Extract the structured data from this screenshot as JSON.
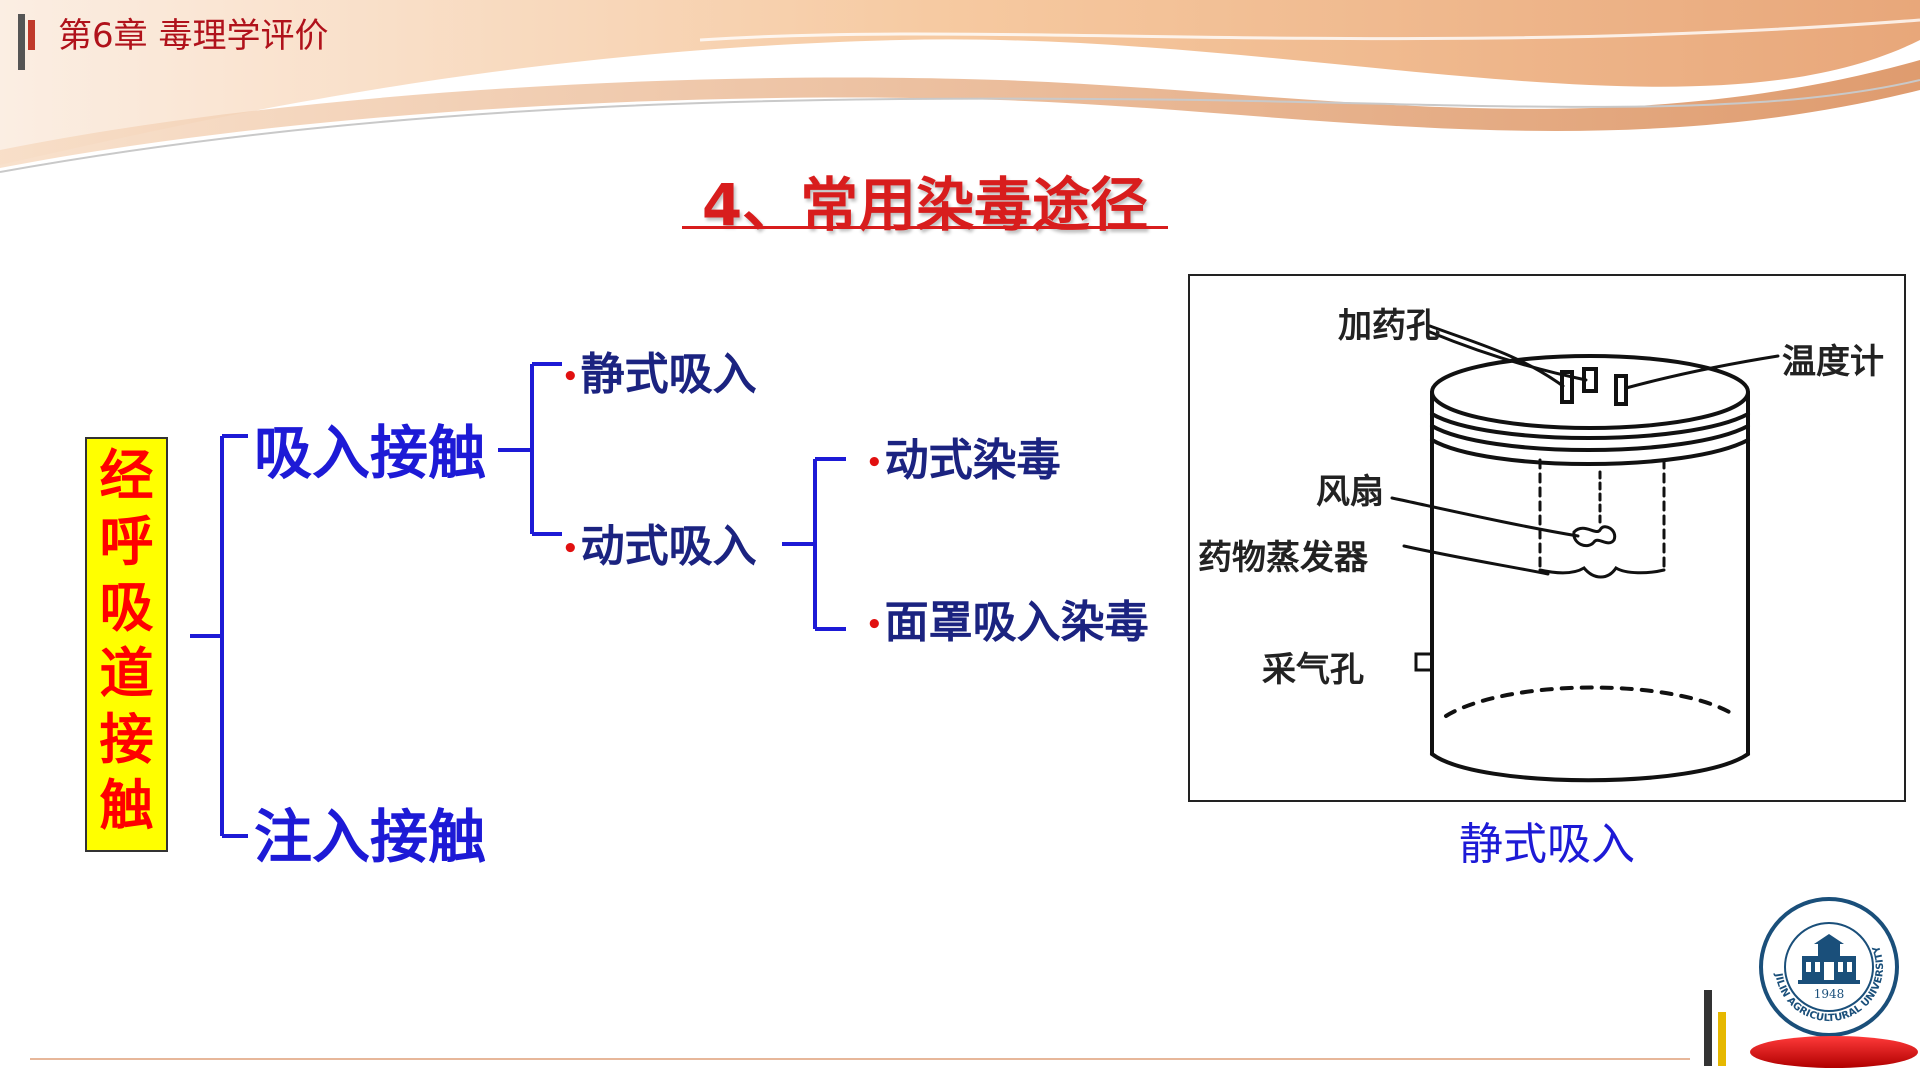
{
  "header": {
    "chapter_title": "第6章 毒理学评价"
  },
  "slide": {
    "title": "4、常用染毒途径"
  },
  "tree": {
    "root": "经呼吸道接触",
    "branches": [
      {
        "label": "吸入接触",
        "children": [
          {
            "label": "静式吸入"
          },
          {
            "label": "动式吸入",
            "children": [
              {
                "label": "动式染毒"
              },
              {
                "label": "面罩吸入染毒"
              }
            ]
          }
        ]
      },
      {
        "label": "注入接触"
      }
    ]
  },
  "figure": {
    "labels": {
      "dosing_hole": "加药孔",
      "thermometer": "温度计",
      "fan": "风扇",
      "evaporator": "药物蒸发器",
      "sampling_hole": "采气孔"
    },
    "caption": "静式吸入"
  },
  "seal": {
    "year": "1948",
    "text": "JILIN AGRICULTURAL UNIVERSITY"
  },
  "colors": {
    "title_red": "#d81d1d",
    "tree_blue": "#1d1ad6",
    "root_fill": "#ffff00",
    "root_text": "#ff0000",
    "chapter_red": "#b0121b"
  }
}
